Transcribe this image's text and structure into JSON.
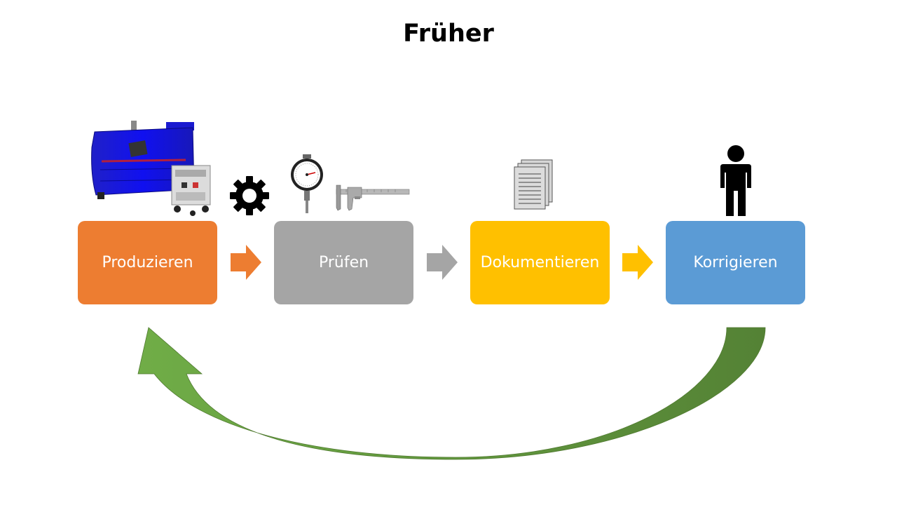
{
  "title": "Früher",
  "steps": [
    {
      "label": "Produzieren",
      "color": "#ED7D31"
    },
    {
      "label": "Prüfen",
      "color": "#A5A5A5"
    },
    {
      "label": "Dokumentieren",
      "color": "#FFC000"
    },
    {
      "label": "Korrigieren",
      "color": "#5B9BD5"
    }
  ],
  "icons": [
    "machine-icon",
    "gear-icon",
    "dial-gauge-icon",
    "caliper-icon",
    "documents-icon",
    "person-icon"
  ],
  "feedback_arrow": {
    "color_light": "#70AD47",
    "color_dark": "#548235"
  }
}
